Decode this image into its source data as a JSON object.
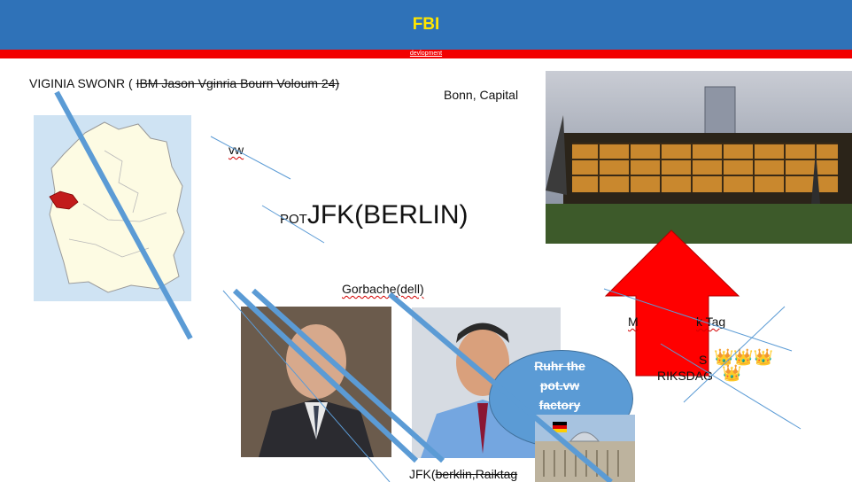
{
  "header": {
    "title": "FBI",
    "subtitle": "devlopment",
    "bar_color": "#2f72b8",
    "title_color": "#ffe600",
    "strip_color": "#f20000"
  },
  "labels": {
    "virginia_prefix": "VIGINIA SWONR ( ",
    "virginia_struck": "IBM Jason Vginria Bourn Voloum 24)",
    "bonn": "Bonn, Capital",
    "vw": "vw",
    "pot": "POT",
    "jfk_berlin": "JFK(BERLIN)",
    "gorbache": "Gorbache(dell)",
    "jfk_bottom_prefix": "JFK(",
    "jfk_bottom_struck": "berklin,Raiktag",
    "mark_tag_m": "M",
    "mark_tag_rest": "k Tag",
    "riksdag_s": "S",
    "riksdag": "RIKSDAG"
  },
  "bubble": {
    "text_lines": [
      "Ruhr the",
      "pot.vw",
      "factory"
    ],
    "color": "#5b9bd5"
  },
  "arrow": {
    "color": "#ff0000",
    "direction": "up"
  },
  "icons": {
    "crowns": "three-crowns-icon",
    "crown_glyph": "👑👑👑",
    "crown_single": "👑",
    "flag": "german-flag-icon"
  },
  "images": {
    "map": "germany-map-image",
    "building": "bundestag-bonn-image",
    "gorbachev": "gorbachev-portrait-image",
    "dell": "dell-portrait-image",
    "reichstag": "reichstag-image"
  }
}
